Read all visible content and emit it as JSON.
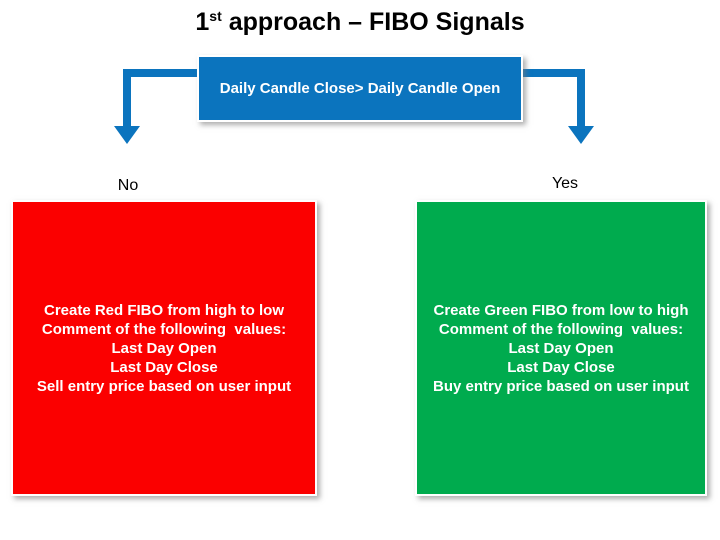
{
  "title": {
    "number": "1",
    "ordinal": "st",
    "rest": " approach – FIBO Signals"
  },
  "decision": {
    "label": "Daily Candle Close> Daily Candle Open"
  },
  "branches": {
    "no": {
      "label": "No",
      "box_color": "#fb0000",
      "lines": [
        "Create Red FIBO from high to low",
        "Comment of the following  values:",
        "Last Day Open",
        "Last Day Close",
        "Sell entry price based on user input"
      ]
    },
    "yes": {
      "label": "Yes",
      "box_color": "#00ab4e",
      "lines": [
        "Create Green FIBO from low to high",
        "Comment of the following  values:",
        "Last Day Open",
        "Last Day Close",
        "Buy entry price based on user input"
      ]
    }
  },
  "colors": {
    "decision_blue": "#0b74be",
    "arrow_blue": "#0b74be",
    "no_red": "#fb0000",
    "yes_green": "#00ab4e",
    "text_on_fill": "#ffffff",
    "title_text": "#000000"
  }
}
